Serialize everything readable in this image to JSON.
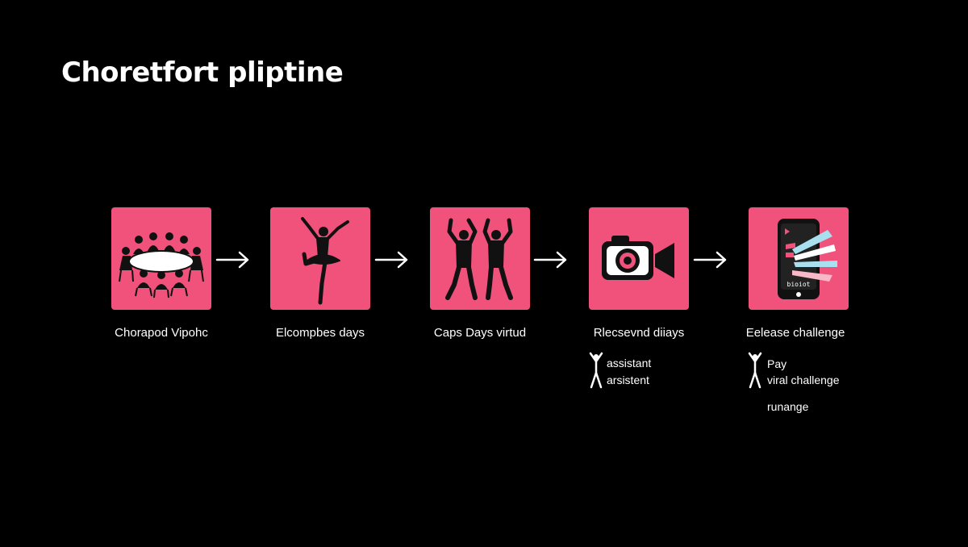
{
  "title": "Choretfort pliptine",
  "accent": "#f0527c",
  "steps": [
    {
      "label": "Chorapod Vipohc",
      "icon": "meeting-table-icon"
    },
    {
      "label": "Elcompbes days",
      "icon": "ballet-dancer-icon"
    },
    {
      "label": "Caps Days virtud",
      "icon": "two-dancers-icon"
    },
    {
      "label": "Rlecsevnd diiays",
      "icon": "camera-icon",
      "notes": [
        "assistant",
        "arsistent"
      ]
    },
    {
      "label": "Eelease challenge",
      "icon": "phone-icon",
      "notes": [
        "Pay",
        "viral challenge",
        "runange"
      ],
      "phone_text": "bioiot"
    }
  ]
}
